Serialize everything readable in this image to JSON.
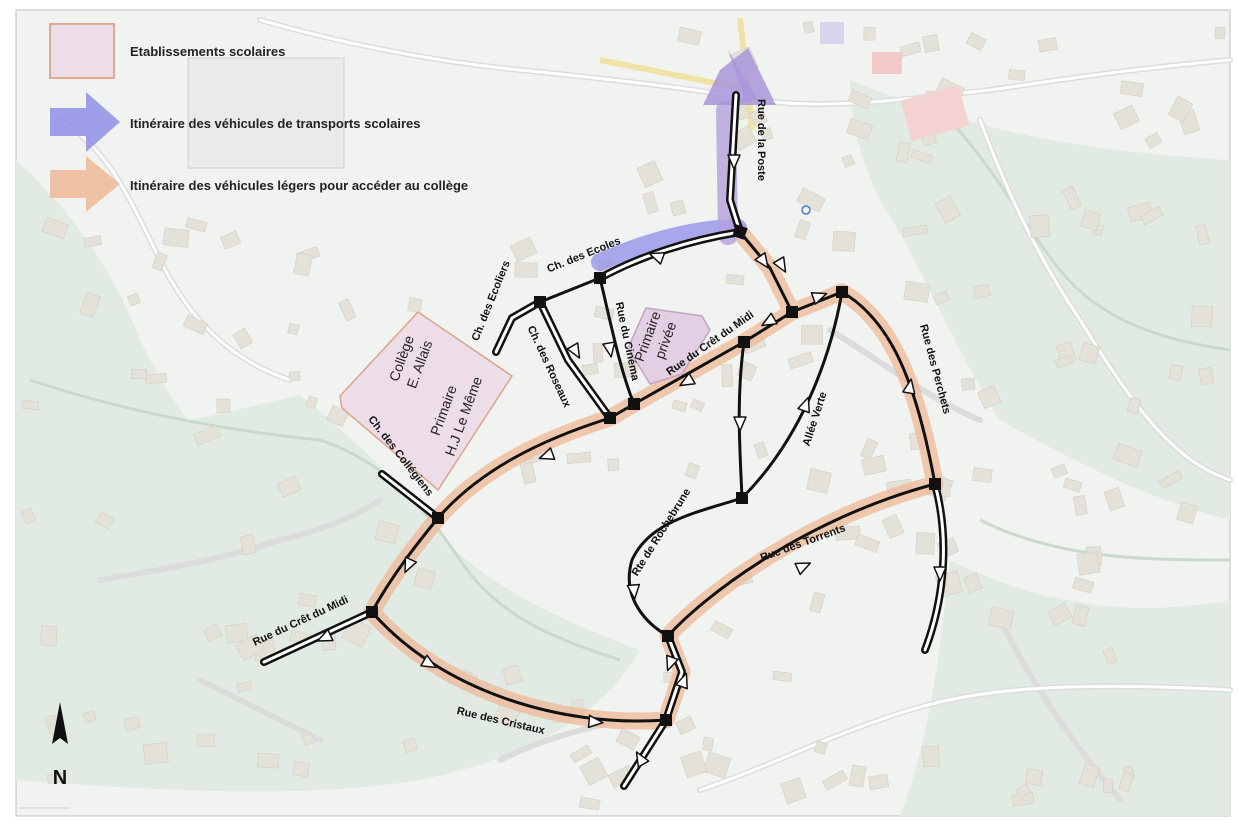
{
  "legend": {
    "schools": "Etablissements scolaires",
    "bus_route": "Itinéraire des véhicules de transports scolaires",
    "car_route": "Itinéraire des véhicules légers pour accéder au collège"
  },
  "colors": {
    "school_fill": "#ecdde8",
    "school_stroke": "#d9a58a",
    "bus_route": "#8f8ee8",
    "bus_route_light": "#b4a0dd",
    "car_route": "#eebb9c",
    "road": "#111111",
    "background": "#f1f3f1",
    "river": "#c9d9cc"
  },
  "buildings": {
    "college_line1": "Collège",
    "college_line2": "E. Allais",
    "primary_line1": "Primaire",
    "primary_line2": "H.J Le Même",
    "private_line1": "Primaire",
    "private_line2": "privée"
  },
  "streets": {
    "poste": "Rue de la Poste",
    "ecoles": "Ch. des Ecoles",
    "ecoliers": "Ch. des Ecoliers",
    "cinema": "Rue du Cinéma",
    "roseaux": "Ch. des Roseaux",
    "cret_midi_upper": "Rue du Crêt du Midi",
    "cret_midi_lower": "Rue du Crêt du Midi",
    "collegiens": "Ch. des Collégiens",
    "allee_verte": "Allée Verte",
    "perchets": "Rue des Perchets",
    "rochebrune": "Rte de Rochebrune",
    "torrents": "Rue des Torrents",
    "cristaux": "Rue des Cristaux"
  },
  "icons": {
    "north": "north-arrow-icon",
    "direction": "triangle-arrow-icon"
  },
  "compass": {
    "north_label": "N"
  }
}
